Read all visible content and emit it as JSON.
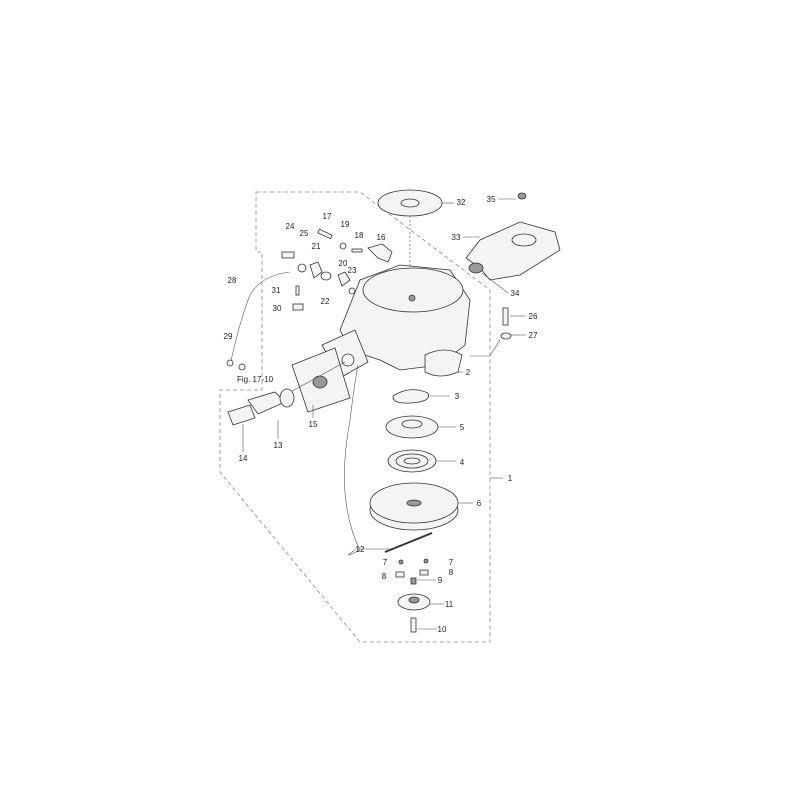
{
  "diagram": {
    "type": "exploded-parts-diagram",
    "callouts": [
      "32",
      "35",
      "33",
      "34",
      "24",
      "25",
      "17",
      "19",
      "18",
      "16",
      "21",
      "20",
      "23",
      "22",
      "28",
      "31",
      "30",
      "26",
      "27",
      "29",
      "Fig. 17-10",
      "2",
      "3",
      "5",
      "4",
      "6",
      "1",
      "12",
      "7",
      "7",
      "8",
      "8",
      "9",
      "11",
      "10",
      "15",
      "13",
      "14"
    ]
  }
}
